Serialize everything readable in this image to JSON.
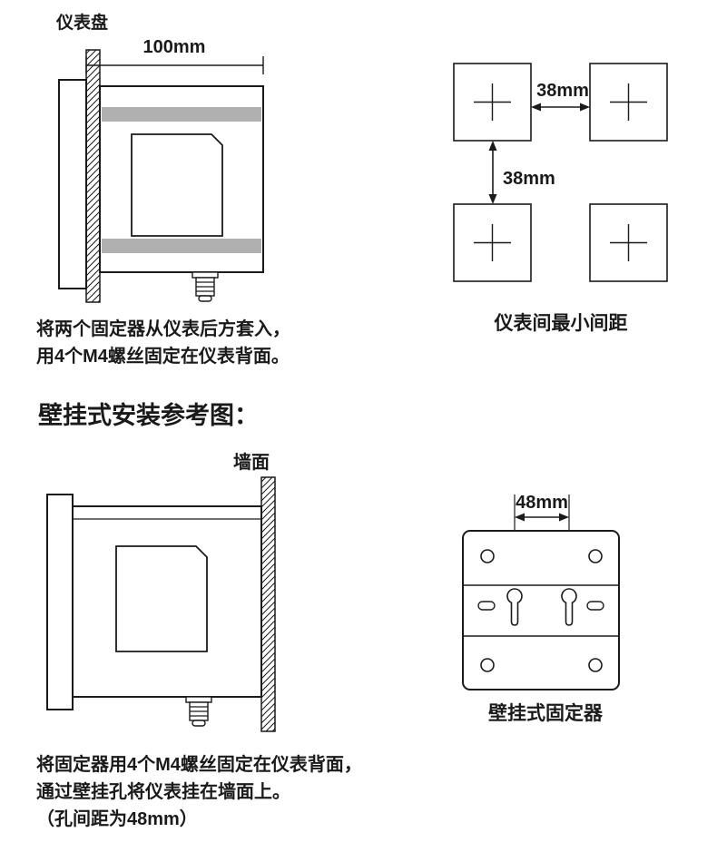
{
  "colors": {
    "line": "#1a1a1a",
    "bracket_fill": "#b0b0b0",
    "background": "#ffffff"
  },
  "panel_section": {
    "label": "仪表盘",
    "width_dim": "100mm",
    "note_lines": [
      "将两个固定器从仪表后方套入，",
      "用4个M4螺丝固定在仪表背面。"
    ],
    "spacing": {
      "horizontal": "38mm",
      "vertical": "38mm",
      "caption": "仪表间最小间距"
    }
  },
  "wall_section": {
    "heading": "壁挂式安装参考图：",
    "wall_label": "墙面",
    "bracket": {
      "hole_dim": "48mm",
      "caption": "壁挂式固定器"
    },
    "note_lines": [
      "将固定器用4个M4螺丝固定在仪表背面，",
      "通过壁挂孔将仪表挂在墙面上。",
      "（孔间距为48mm）"
    ]
  }
}
